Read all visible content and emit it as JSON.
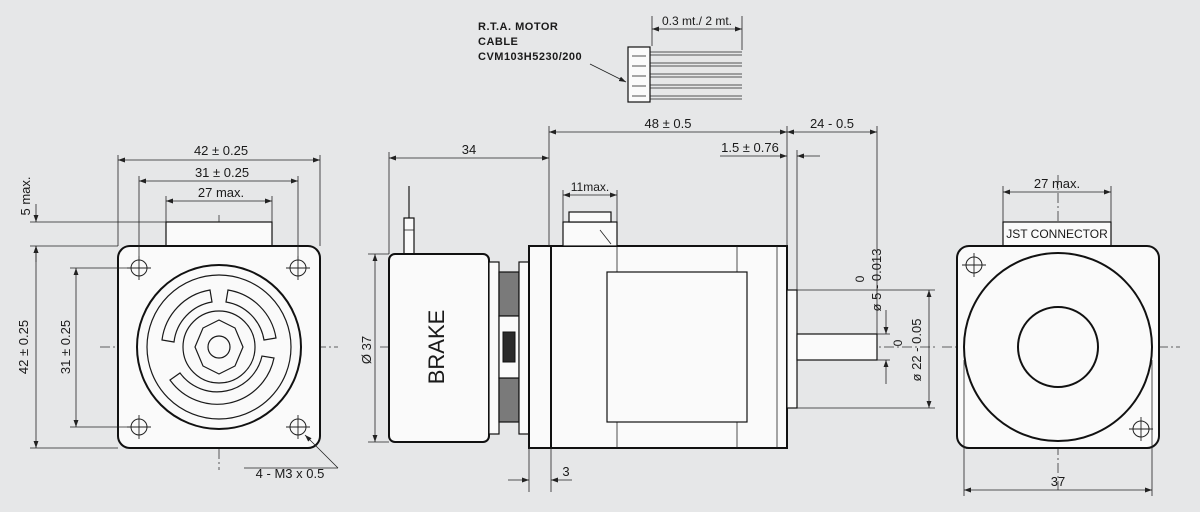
{
  "cable_label": {
    "line1": "R.T.A. MOTOR",
    "line2": "CABLE",
    "line3": "CVM103H5230/200"
  },
  "cable_length": "0.3 mt./ 2 mt.",
  "front_view": {
    "width_outer": "42 ± 0.25",
    "hole_spacing_h": "31 ± 0.25",
    "connector_max": "27 max.",
    "connector_height": "5 max.",
    "height_outer": "42 ± 0.25",
    "hole_spacing_v": "31 ± 0.25",
    "screw_spec": "4 - M3 x 0.5"
  },
  "side_view": {
    "brake_length": "34",
    "brake_label": "BRAKE",
    "brake_diameter": "Ø 37",
    "motor_length": "48 ± 0.5",
    "shaft_length": "24 - 0.5",
    "pilot_depth": "1.5 ± 0.76",
    "connector_width": "11max.",
    "flange_thickness": "3",
    "shaft_dia_upper": "0",
    "shaft_dia_lower": "ø 5 - 0.013",
    "pilot_dia_upper": "0",
    "pilot_dia_lower": "ø 22 - 0.05"
  },
  "rear_view": {
    "connector_max": "27 max.",
    "connector_label": "JST CONNECTOR",
    "width": "37"
  }
}
